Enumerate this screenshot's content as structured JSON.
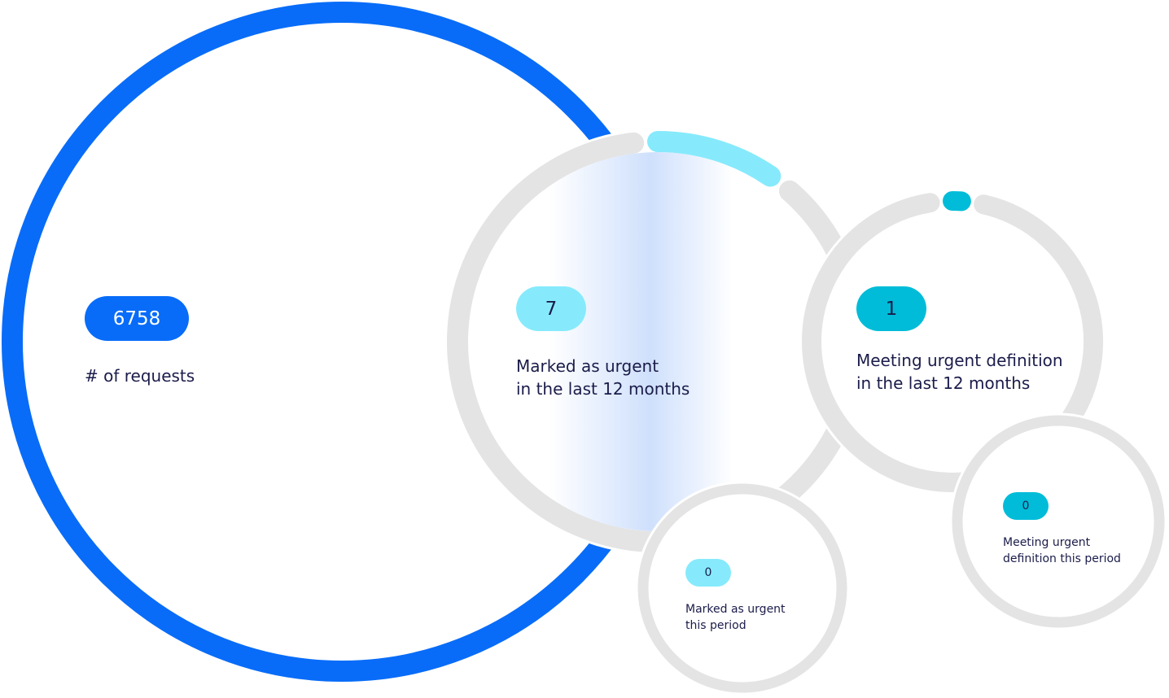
{
  "colors": {
    "total": "#086cf8",
    "marked_12m": "#86eafc",
    "meeting_12m": "#00bcd8",
    "marked_period": "#86eafc",
    "meeting_period": "#00bcd8",
    "track": "#e4e4e4",
    "text": "#1b1c4a"
  },
  "chart_data": {
    "type": "nested-ring",
    "rings": [
      {
        "id": "total",
        "value": 6758,
        "value_label": "6758",
        "label": "# of requests",
        "fraction": 1
      },
      {
        "id": "marked_12m",
        "value": 7,
        "value_label": "7",
        "label": "Marked as urgent\nin the last 12 months",
        "fraction": 0.095
      },
      {
        "id": "meeting_12m",
        "value": 1,
        "value_label": "1",
        "label": "Meeting urgent definition\nin the last 12 months",
        "fraction": 0.01
      },
      {
        "id": "marked_period",
        "value": 0,
        "value_label": "0",
        "label": "Marked as urgent\nthis period",
        "fraction": 0
      },
      {
        "id": "meeting_period",
        "value": 0,
        "value_label": "0",
        "label": "Meeting urgent\ndefinition this period",
        "fraction": 0
      }
    ]
  }
}
